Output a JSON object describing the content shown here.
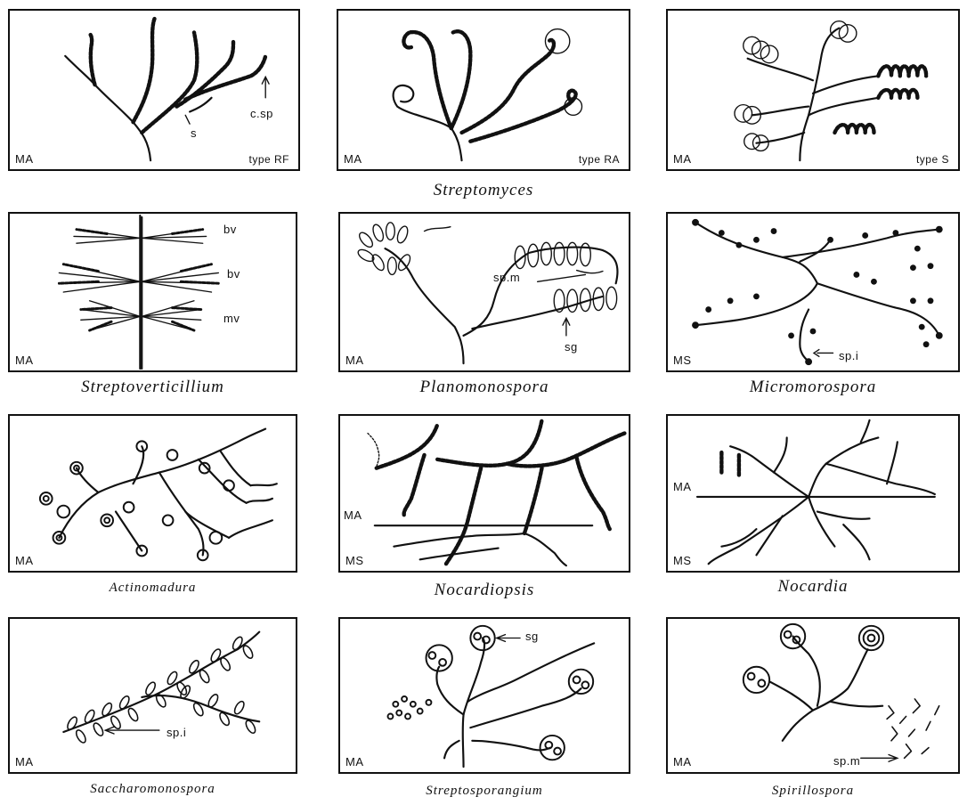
{
  "panels": [
    {
      "id": "streptomyces-rf",
      "corner": "MA",
      "type_label": "type RF",
      "annotations": [
        "c.sp",
        "s"
      ]
    },
    {
      "id": "streptomyces-ra",
      "corner": "MA",
      "type_label": "type RA",
      "annotations": []
    },
    {
      "id": "streptomyces-s",
      "corner": "MA",
      "type_label": "type S",
      "annotations": []
    },
    {
      "id": "streptoverticillium",
      "corner": "MA",
      "type_label": "",
      "annotations": [
        "bv",
        "bv",
        "mv"
      ]
    },
    {
      "id": "planomonospora",
      "corner": "MA",
      "type_label": "",
      "annotations": [
        "sp.m",
        "sg"
      ]
    },
    {
      "id": "micromonospora",
      "corner": "MS",
      "type_label": "",
      "annotations": [
        "sp.i"
      ]
    },
    {
      "id": "actinomadura",
      "corner": "MA",
      "type_label": "",
      "annotations": []
    },
    {
      "id": "nocardiopsis",
      "corner": "MS",
      "upper_label": "MA",
      "type_label": "",
      "annotations": []
    },
    {
      "id": "nocardia",
      "corner": "MS",
      "upper_label": "MA",
      "type_label": "",
      "annotations": []
    },
    {
      "id": "saccharomonospora",
      "corner": "MA",
      "type_label": "",
      "annotations": [
        "sp.i"
      ]
    },
    {
      "id": "streptosporangium",
      "corner": "MA",
      "type_label": "",
      "annotations": [
        "sg"
      ]
    },
    {
      "id": "spirillospora",
      "corner": "MA",
      "type_label": "",
      "annotations": [
        "sp.m"
      ]
    }
  ],
  "captions": {
    "streptomyces": "Streptomyces",
    "streptoverticillium": "Streptoverticillium",
    "planomonospora": "Planomonospora",
    "micromonospora": "Micromorospora",
    "actinomadura": "Actinomadura",
    "nocardiopsis": "Nocardiopsis",
    "nocardia": "Nocardia",
    "saccharomonospora": "Saccharomonospora",
    "streptosporangium": "Streptosporangium",
    "spirillospora": "Spirillospora"
  }
}
